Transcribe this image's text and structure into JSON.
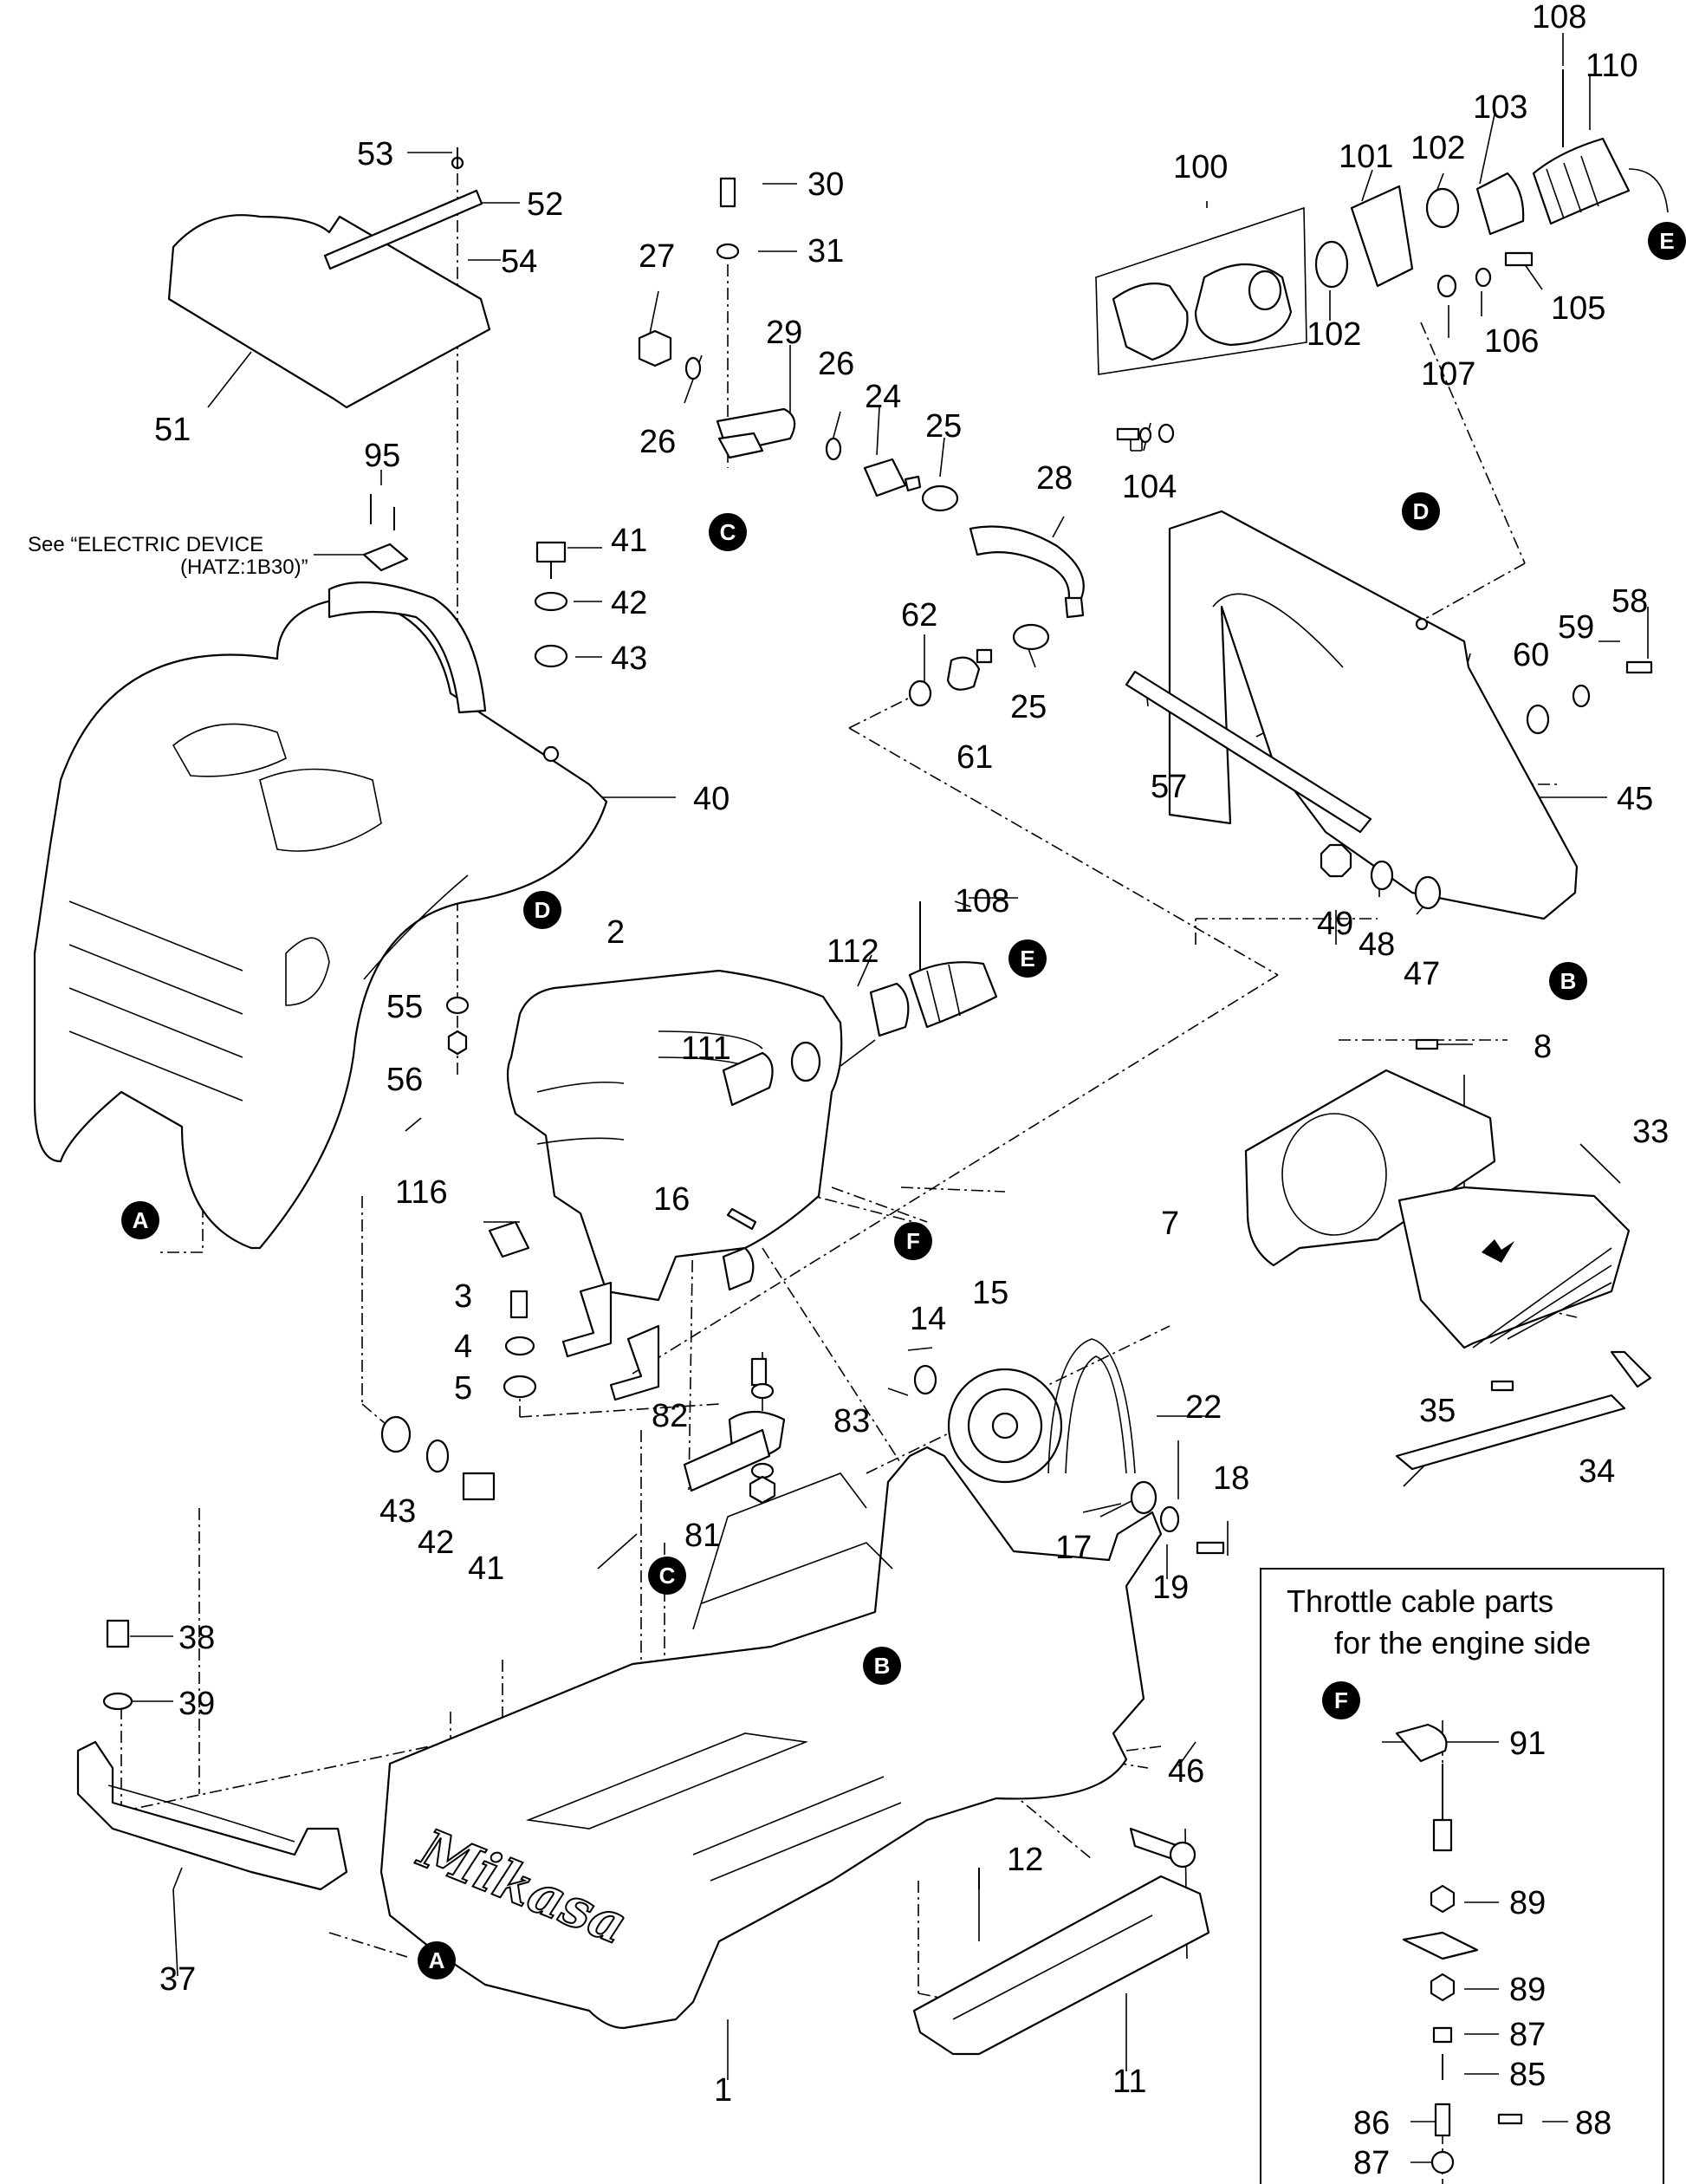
{
  "diagram": {
    "note": {
      "line1": "See “ELECTRIC DEVICE",
      "line2": "(HATZ:1B30)”"
    },
    "inset": {
      "title_line1": "Throttle cable parts",
      "title_line2": "for the engine side"
    },
    "logo_text": "Mikasa",
    "labels": [
      {
        "id": "l108a",
        "text": "108"
      },
      {
        "id": "l110",
        "text": "110"
      },
      {
        "id": "l103",
        "text": "103"
      },
      {
        "id": "l100",
        "text": "100"
      },
      {
        "id": "l101",
        "text": "101"
      },
      {
        "id": "l102a",
        "text": "102"
      },
      {
        "id": "l102b",
        "text": "102"
      },
      {
        "id": "l105",
        "text": "105"
      },
      {
        "id": "l106",
        "text": "106"
      },
      {
        "id": "l107",
        "text": "107"
      },
      {
        "id": "l104",
        "text": "104"
      },
      {
        "id": "l53",
        "text": "53"
      },
      {
        "id": "l52",
        "text": "52"
      },
      {
        "id": "l54",
        "text": "54"
      },
      {
        "id": "l51",
        "text": "51"
      },
      {
        "id": "l30",
        "text": "30"
      },
      {
        "id": "l31",
        "text": "31"
      },
      {
        "id": "l27",
        "text": "27"
      },
      {
        "id": "l29",
        "text": "29"
      },
      {
        "id": "l26a",
        "text": "26"
      },
      {
        "id": "l26b",
        "text": "26"
      },
      {
        "id": "l24",
        "text": "24"
      },
      {
        "id": "l25a",
        "text": "25"
      },
      {
        "id": "l28",
        "text": "28"
      },
      {
        "id": "l95",
        "text": "95"
      },
      {
        "id": "l41a",
        "text": "41"
      },
      {
        "id": "l42a",
        "text": "42"
      },
      {
        "id": "l43a",
        "text": "43"
      },
      {
        "id": "l40",
        "text": "40"
      },
      {
        "id": "l62",
        "text": "62"
      },
      {
        "id": "l61",
        "text": "61"
      },
      {
        "id": "l25b",
        "text": "25"
      },
      {
        "id": "l58",
        "text": "58"
      },
      {
        "id": "l59",
        "text": "59"
      },
      {
        "id": "l60",
        "text": "60"
      },
      {
        "id": "l57",
        "text": "57"
      },
      {
        "id": "l45",
        "text": "45"
      },
      {
        "id": "l49",
        "text": "49"
      },
      {
        "id": "l48",
        "text": "48"
      },
      {
        "id": "l47",
        "text": "47"
      },
      {
        "id": "l2",
        "text": "2"
      },
      {
        "id": "l112",
        "text": "112"
      },
      {
        "id": "l108b",
        "text": "108"
      },
      {
        "id": "l55",
        "text": "55"
      },
      {
        "id": "l56",
        "text": "56"
      },
      {
        "id": "l111",
        "text": "111"
      },
      {
        "id": "l8",
        "text": "8"
      },
      {
        "id": "l33",
        "text": "33"
      },
      {
        "id": "l116",
        "text": "116"
      },
      {
        "id": "l16",
        "text": "16"
      },
      {
        "id": "l7",
        "text": "7"
      },
      {
        "id": "l3",
        "text": "3"
      },
      {
        "id": "l4",
        "text": "4"
      },
      {
        "id": "l5",
        "text": "5"
      },
      {
        "id": "l14",
        "text": "14"
      },
      {
        "id": "l15",
        "text": "15"
      },
      {
        "id": "l82",
        "text": "82"
      },
      {
        "id": "l83",
        "text": "83"
      },
      {
        "id": "l22",
        "text": "22"
      },
      {
        "id": "l35",
        "text": "35"
      },
      {
        "id": "l34",
        "text": "34"
      },
      {
        "id": "l43b",
        "text": "43"
      },
      {
        "id": "l42b",
        "text": "42"
      },
      {
        "id": "l41b",
        "text": "41"
      },
      {
        "id": "l81",
        "text": "81"
      },
      {
        "id": "l18",
        "text": "18"
      },
      {
        "id": "l17",
        "text": "17"
      },
      {
        "id": "l19",
        "text": "19"
      },
      {
        "id": "l38",
        "text": "38"
      },
      {
        "id": "l39",
        "text": "39"
      },
      {
        "id": "l46",
        "text": "46"
      },
      {
        "id": "l12",
        "text": "12"
      },
      {
        "id": "l37",
        "text": "37"
      },
      {
        "id": "l1",
        "text": "1"
      },
      {
        "id": "l11",
        "text": "11"
      },
      {
        "id": "l91",
        "text": "91"
      },
      {
        "id": "l89a",
        "text": "89"
      },
      {
        "id": "l89b",
        "text": "89"
      },
      {
        "id": "l87a",
        "text": "87"
      },
      {
        "id": "l85",
        "text": "85"
      },
      {
        "id": "l86",
        "text": "86"
      },
      {
        "id": "l88",
        "text": "88"
      },
      {
        "id": "l87b",
        "text": "87"
      }
    ],
    "refs": [
      {
        "id": "rE1",
        "text": "E"
      },
      {
        "id": "rC1",
        "text": "C"
      },
      {
        "id": "rD1",
        "text": "D"
      },
      {
        "id": "rD2",
        "text": "D"
      },
      {
        "id": "rE2",
        "text": "E"
      },
      {
        "id": "rB1",
        "text": "B"
      },
      {
        "id": "rA1",
        "text": "A"
      },
      {
        "id": "rF1",
        "text": "F"
      },
      {
        "id": "rC2",
        "text": "C"
      },
      {
        "id": "rB2",
        "text": "B"
      },
      {
        "id": "rA2",
        "text": "A"
      },
      {
        "id": "rF2",
        "text": "F"
      }
    ]
  }
}
